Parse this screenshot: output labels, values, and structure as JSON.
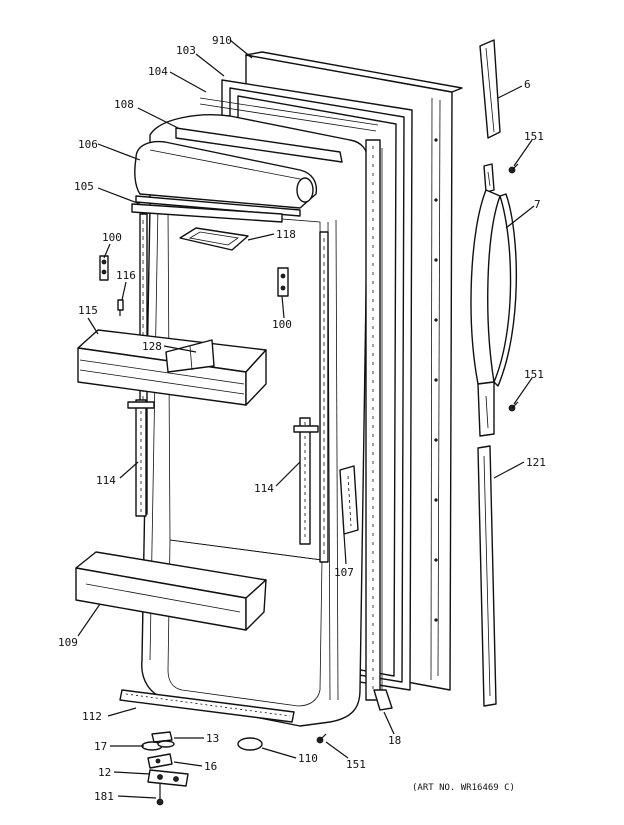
{
  "diagram": {
    "art_number": "(ART NO. WR16469 C)",
    "labels": {
      "910": "910",
      "103": "103",
      "104": "104",
      "108": "108",
      "106": "106",
      "105": "105",
      "118": "118",
      "100a": "100",
      "116": "116",
      "100b": "100",
      "115": "115",
      "128": "128",
      "114a": "114",
      "114b": "114",
      "107": "107",
      "109": "109",
      "112": "112",
      "17": "17",
      "13": "13",
      "12": "12",
      "16": "16",
      "181": "181",
      "110": "110",
      "151c": "151",
      "18": "18",
      "6": "6",
      "151a": "151",
      "7": "7",
      "151b": "151",
      "121": "121"
    }
  }
}
